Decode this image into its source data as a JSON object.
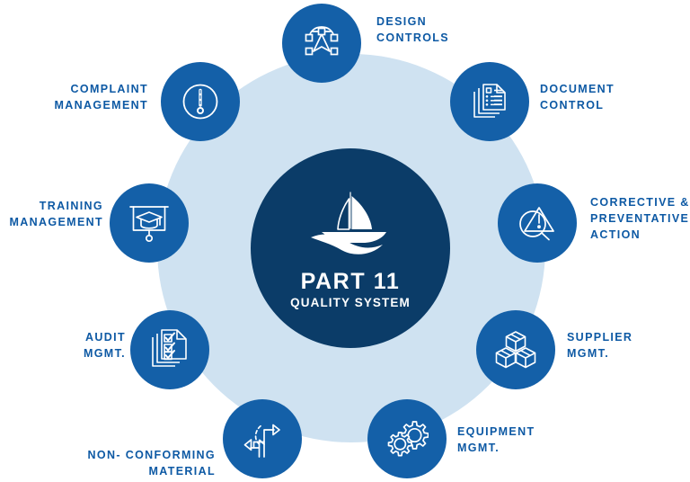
{
  "diagram": {
    "title": "Part 11 Quality System Wheel",
    "center": {
      "title": "PART 11",
      "subtitle": "QUALITY SYSTEM",
      "logo_icon": "sailboat-icon"
    },
    "colors": {
      "hub": "#0b3c68",
      "node": "#1460a8",
      "halo": "#cfe2f1",
      "label": "#0d59a4",
      "icon": "#ffffff"
    },
    "nodes": [
      {
        "id": "design-controls",
        "label": "DESIGN\nCONTROLS",
        "icon": "vector-path-icon",
        "align": "left"
      },
      {
        "id": "document-control",
        "label": "DOCUMENT\nCONTROL",
        "icon": "documents-icon",
        "align": "left"
      },
      {
        "id": "corrective-action",
        "label": "CORRECTIVE &\nPREVENTATIVE\nACTION",
        "icon": "warning-search-icon",
        "align": "left"
      },
      {
        "id": "supplier-mgmt",
        "label": "SUPPLIER\nMGMT.",
        "icon": "boxes-icon",
        "align": "left"
      },
      {
        "id": "equipment-mgmt",
        "label": "EQUIPMENT\nMGMT.",
        "icon": "gears-icon",
        "align": "left"
      },
      {
        "id": "non-conforming",
        "label": "NON- CONFORMING\nMATERIAL",
        "icon": "branching-arrows-icon",
        "align": "right"
      },
      {
        "id": "audit-mgmt",
        "label": "AUDIT\nMGMT.",
        "icon": "checklist-icon",
        "align": "right"
      },
      {
        "id": "training-mgmt",
        "label": "TRAINING\nMANAGEMENT",
        "icon": "presentation-cap-icon",
        "align": "right"
      },
      {
        "id": "complaint-mgmt",
        "label": "COMPLAINT\nMANAGEMENT",
        "icon": "exclamation-circle-icon",
        "align": "right"
      }
    ]
  }
}
